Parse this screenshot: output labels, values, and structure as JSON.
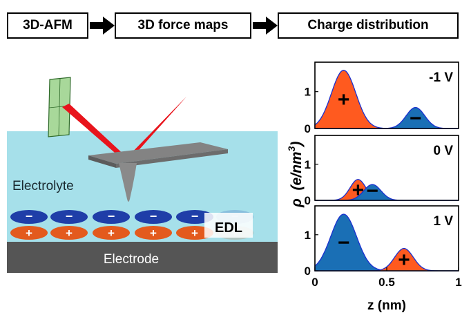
{
  "flow": {
    "step1": "3D-AFM",
    "step2": "3D force maps",
    "step3": "Charge distribution"
  },
  "schematic": {
    "electrolyte_label": "Electrolyte",
    "edl_label": "EDL",
    "electrode_label": "Electrode",
    "cation_symbol": "+",
    "anion_symbol": "−",
    "colors": {
      "electrolyte": "#a6e0ea",
      "electrode": "#555555",
      "anion": "#1f3ea8",
      "cation": "#e35a1d",
      "laser": "#e8141c",
      "detector": "#a8d89a",
      "cantilever": "#7c7c7c"
    }
  },
  "chart_data": [
    {
      "type": "area",
      "annotation": "-1 V",
      "ylim": [
        0,
        1.8
      ],
      "yticks": [
        "0",
        "1"
      ],
      "series": [
        {
          "ion": "cation",
          "sign": "+",
          "color": "#ff5a1f",
          "peak_z": 0.2,
          "peak_rho": 1.58,
          "width": 0.085
        },
        {
          "ion": "anion",
          "sign": "−",
          "color": "#1a6fb5",
          "peak_z": 0.7,
          "peak_rho": 0.57,
          "width": 0.065
        }
      ]
    },
    {
      "type": "area",
      "annotation": "0 V",
      "ylim": [
        0,
        1.8
      ],
      "yticks": [
        "0",
        "1"
      ],
      "series": [
        {
          "ion": "cation",
          "sign": "+",
          "color": "#ff5a1f",
          "peak_z": 0.3,
          "peak_rho": 0.58,
          "width": 0.055
        },
        {
          "ion": "anion",
          "sign": "−",
          "color": "#1a6fb5",
          "peak_z": 0.4,
          "peak_rho": 0.44,
          "width": 0.06
        }
      ]
    },
    {
      "type": "area",
      "annotation": "1 V",
      "ylim": [
        0,
        1.8
      ],
      "yticks": [
        "0",
        "1"
      ],
      "series": [
        {
          "ion": "anion",
          "sign": "−",
          "color": "#1a6fb5",
          "peak_z": 0.2,
          "peak_rho": 1.57,
          "width": 0.09
        },
        {
          "ion": "cation",
          "sign": "+",
          "color": "#ff5a1f",
          "peak_z": 0.62,
          "peak_rho": 0.62,
          "width": 0.065
        }
      ]
    }
  ],
  "axes": {
    "xlabel": "z (nm)",
    "ylabel_symbol": "ρ",
    "ylabel_units": "(e/nm",
    "ylabel_exp": "3",
    "ylabel_close": ")",
    "xlim": [
      0,
      1
    ],
    "xticks": [
      {
        "value": 0,
        "label": "0"
      },
      {
        "value": 0.5,
        "label": "0.5"
      },
      {
        "value": 1,
        "label": "1"
      }
    ]
  }
}
